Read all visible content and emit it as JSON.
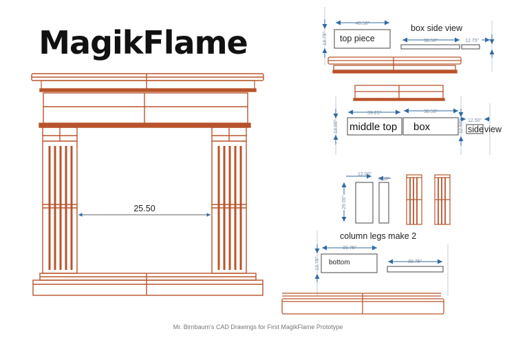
{
  "logo": "MagikFlame",
  "main_drawing": {
    "opening_width": "25.50"
  },
  "parts": {
    "top_piece": {
      "label": "top piece",
      "width": "40.50\"",
      "height": "13.75\""
    },
    "box_side_view": {
      "label": "box side view",
      "width": "38.50\"",
      "depth": "12.75\""
    },
    "middle_top": {
      "label": "middle top",
      "width": "39.25\"",
      "height": "13.00\""
    },
    "box": {
      "label": "box",
      "width": "38.50\"",
      "height": "12.50\""
    },
    "side_view": {
      "label_a": "side",
      "label_b": "view",
      "width": "12.50\""
    },
    "column_legs": {
      "label": "column legs make 2",
      "width": "12.00\"",
      "depth": "6.50\"",
      "height": "29.00\""
    },
    "bottom": {
      "label": "bottom",
      "width": "39.75\"",
      "height": "13.75\"",
      "side_width": "39.75\""
    }
  },
  "colors": {
    "wood": "#b8532b",
    "dimension": "#2f6aa3",
    "outline": "#444444"
  },
  "caption": "Mr. Birnbaum's CAD Drawings for First MagikFlame Prototype"
}
